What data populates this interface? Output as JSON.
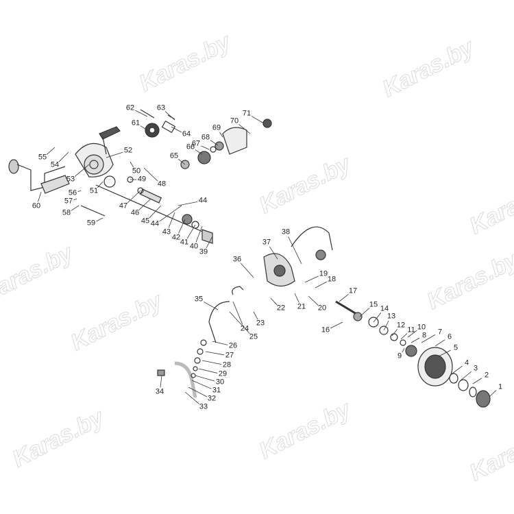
{
  "watermark": "Karas.by",
  "part_labels": [
    "1",
    "2",
    "3",
    "4",
    "5",
    "6",
    "7",
    "8",
    "9",
    "10",
    "11",
    "12",
    "13",
    "14",
    "15",
    "16",
    "17",
    "18",
    "19",
    "20",
    "21",
    "22",
    "23",
    "24",
    "25",
    "26",
    "27",
    "28",
    "29",
    "30",
    "31",
    "32",
    "33",
    "34",
    "35",
    "36",
    "37",
    "38",
    "39",
    "40",
    "41",
    "42",
    "43",
    "44",
    "44",
    "45",
    "46",
    "47",
    "48",
    "49",
    "50",
    "51",
    "52",
    "53",
    "54",
    "55",
    "56",
    "57",
    "58",
    "59",
    "60",
    "61",
    "62",
    "63",
    "64",
    "65",
    "66",
    "67",
    "68",
    "69",
    "70",
    "71"
  ]
}
